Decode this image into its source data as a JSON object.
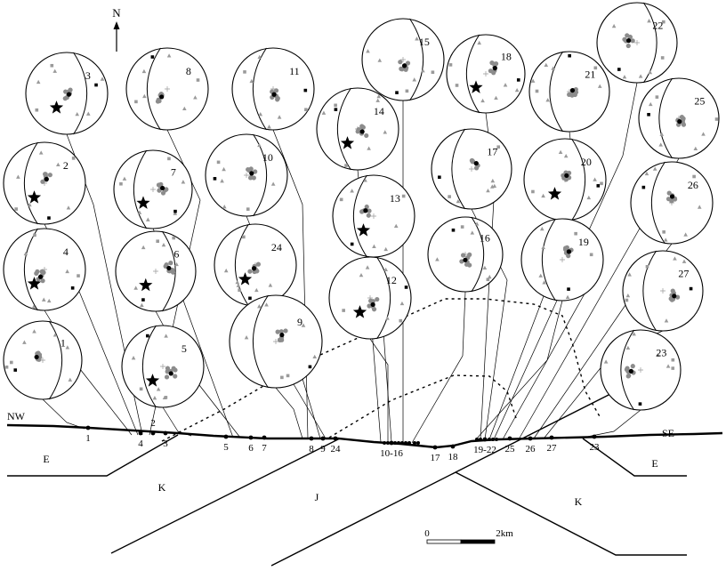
{
  "north_label": "N",
  "profile": {
    "left_end": "NW",
    "right_end": "SE"
  },
  "units": {
    "E": "E",
    "K": "K",
    "J": "J"
  },
  "scale_bar": {
    "start": "0",
    "end": "2km"
  },
  "site_labels": [
    "1",
    "4",
    "2",
    "3",
    "5",
    "6",
    "7",
    "8",
    "9",
    "24",
    "10-16",
    "17",
    "18",
    "19-22",
    "25",
    "26",
    "27",
    "23"
  ],
  "stereonets": [
    {
      "id": "3",
      "star": true
    },
    {
      "id": "8",
      "star": false
    },
    {
      "id": "11",
      "star": false
    },
    {
      "id": "15",
      "star": false
    },
    {
      "id": "18",
      "star": true
    },
    {
      "id": "21",
      "star": false
    },
    {
      "id": "22",
      "star": false
    },
    {
      "id": "2",
      "star": true
    },
    {
      "id": "7",
      "star": true
    },
    {
      "id": "10",
      "star": false
    },
    {
      "id": "14",
      "star": true
    },
    {
      "id": "17",
      "star": false
    },
    {
      "id": "20",
      "star": true
    },
    {
      "id": "25",
      "star": false
    },
    {
      "id": "4",
      "star": true
    },
    {
      "id": "6",
      "star": true
    },
    {
      "id": "24",
      "star": true
    },
    {
      "id": "13",
      "star": true
    },
    {
      "id": "16",
      "star": false
    },
    {
      "id": "19",
      "star": false
    },
    {
      "id": "26",
      "star": false
    },
    {
      "id": "1",
      "star": false
    },
    {
      "id": "5",
      "star": true
    },
    {
      "id": "9",
      "star": false
    },
    {
      "id": "12",
      "star": true
    },
    {
      "id": "27",
      "star": false
    },
    {
      "id": "23",
      "star": false
    }
  ]
}
